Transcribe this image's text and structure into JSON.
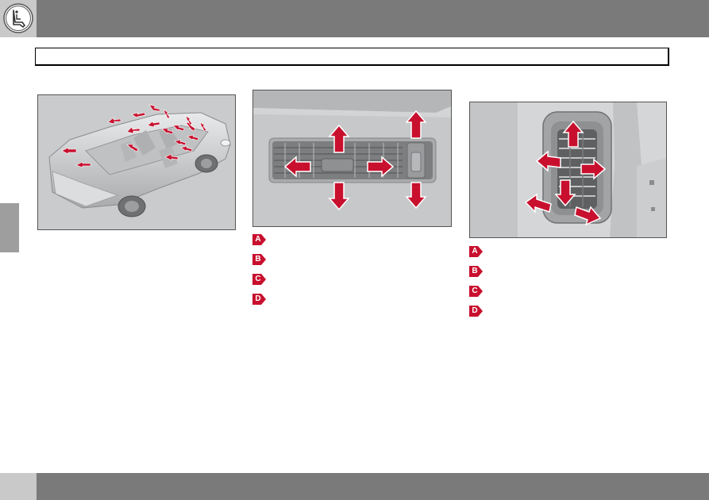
{
  "header": {
    "icon": "seat-icon",
    "title": ""
  },
  "figures": [
    {
      "name": "car-airflow-figure"
    },
    {
      "name": "dashboard-vent-figure"
    },
    {
      "name": "door-pillar-vent-figure"
    }
  ],
  "legend_left": [
    "A",
    "B",
    "C",
    "D"
  ],
  "legend_right": [
    "A",
    "B",
    "C",
    "D"
  ],
  "colors": {
    "arrow": "#c8102e",
    "header": "#7a7a7a",
    "icon_box": "#c9c9c9",
    "tab": "#9e9e9e"
  }
}
